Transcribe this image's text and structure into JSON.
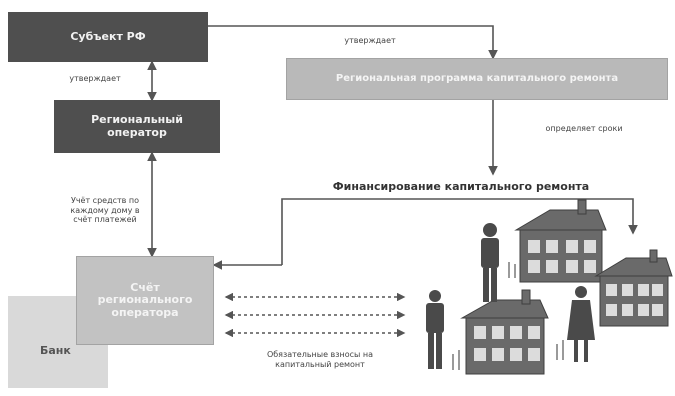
{
  "boxes": {
    "subject": "Субъект РФ",
    "operator": "Региональный оператор",
    "program": "Региональная программа капитального ремонта",
    "account": "Счёт регионального оператора",
    "bank": "Банк"
  },
  "labels": {
    "approves_top": "утверждает",
    "approves_left": "утверждает",
    "determines": "определяет сроки",
    "funds_transfer": "Учёт средств по каждому дому в счёт платежей",
    "payments": "Обязательные взносы на капитальный ремонт"
  },
  "heading": "Финансирование капитального ремонта",
  "colors": {
    "dark_box": "#4f4f4f",
    "grey_box": "#b9b9b9",
    "light_box": "#d9d9d9",
    "line": "#555555"
  }
}
